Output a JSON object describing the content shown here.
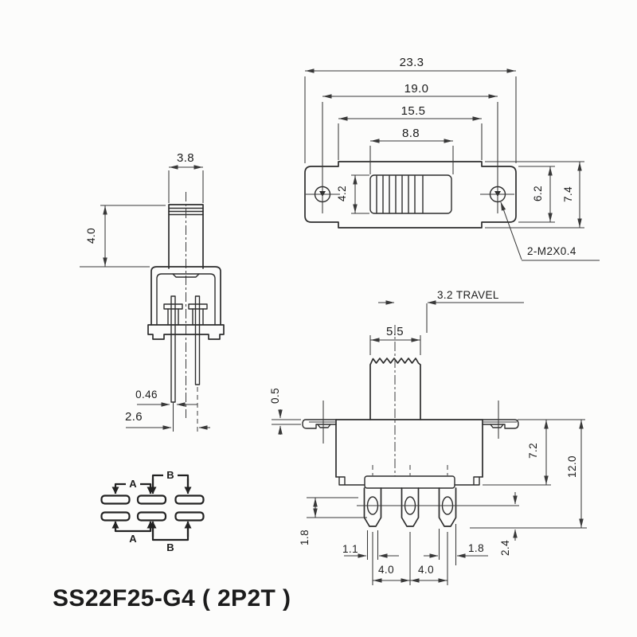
{
  "title": "SS22F25-G4 ( 2P2T )",
  "colors": {
    "background": "#fcfcfb",
    "line": "#2d2d2d",
    "text": "#1c1c1c"
  },
  "top_view": {
    "name": "top view",
    "thread_note": "2-M2X0.4",
    "dims": {
      "overall_width": "23.3",
      "mount_hole_pitch": "19.0",
      "shoulder_width": "15.5",
      "slot_width": "8.8",
      "slot_height": "4.2",
      "end_height": "6.2",
      "overall_height": "7.4"
    }
  },
  "side_view": {
    "name": "side view",
    "dims": {
      "actuator_width": "3.8",
      "actuator_height": "4.0",
      "terminal_thickness": "0.46",
      "terminal_pitch": "2.6"
    }
  },
  "front_view": {
    "name": "front view",
    "travel_note": "3.2 TRAVEL",
    "dims": {
      "actuator_width": "5.5",
      "bracket_thickness": "0.5",
      "body_height": "7.2",
      "overall_height": "12.0",
      "shoulder_height": "1.8",
      "tip_width": "1.1",
      "terminal_pitch_a": "4.0",
      "terminal_pitch_b": "4.0",
      "terminal_width": "1.8",
      "hole_to_tip": "2.4"
    }
  },
  "schematic": {
    "name": "circuit diagram",
    "labels": {
      "top_left": "A",
      "top_right": "B",
      "bottom_left": "A",
      "bottom_right": "B"
    }
  }
}
